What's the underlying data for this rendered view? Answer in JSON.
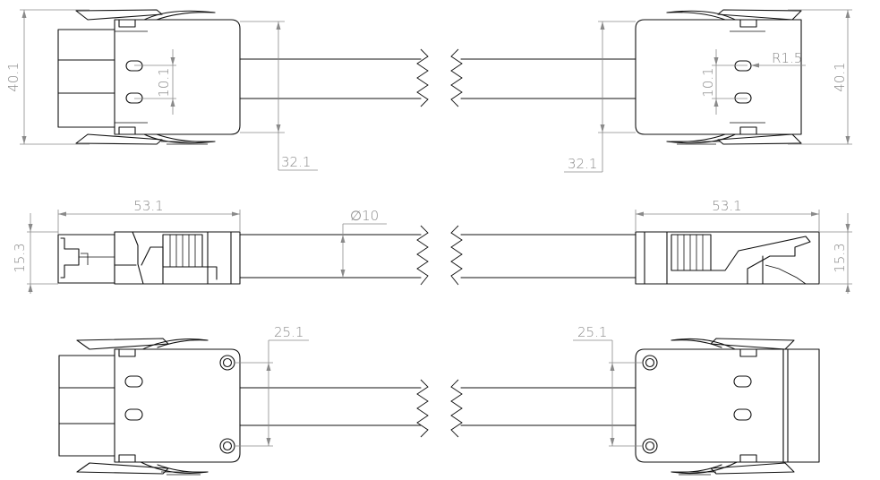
{
  "dimensions": {
    "height_left": "40.1",
    "height_right": "40.1",
    "pitch_left": "10.1",
    "pitch_right": "10.1",
    "radius": "R1.5",
    "depth_left": "32.1",
    "depth_right": "32.1",
    "length_left": "53.1",
    "length_right": "53.1",
    "thickness_left": "15.3",
    "thickness_right": "15.3",
    "diameter": "∅10",
    "hole_pitch_left": "25.1",
    "hole_pitch_right": "25.1"
  }
}
